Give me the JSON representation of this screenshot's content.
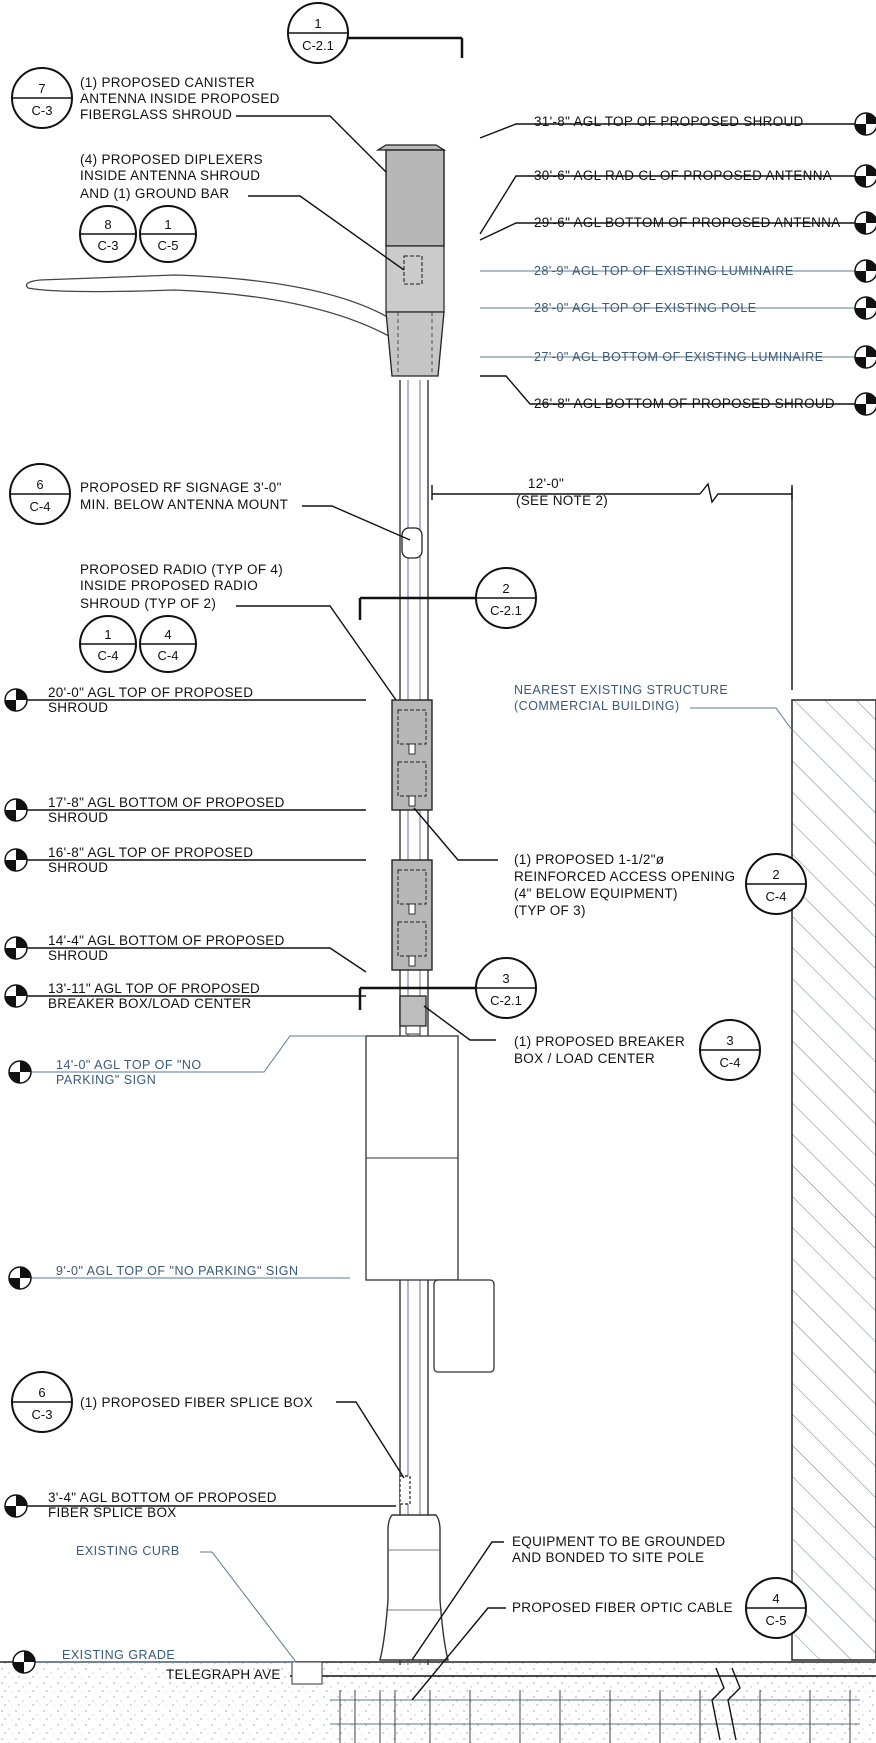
{
  "section_markers": [
    {
      "num": "1",
      "sheet": "C-2.1"
    },
    {
      "num": "2",
      "sheet": "C-2.1"
    },
    {
      "num": "3",
      "sheet": "C-2.1"
    }
  ],
  "callouts": [
    {
      "lines": [
        "(1) PROPOSED CANISTER",
        "ANTENNA INSIDE PROPOSED",
        "FIBERGLASS SHROUD"
      ],
      "refs": [
        {
          "num": "7",
          "sheet": "C-3"
        }
      ]
    },
    {
      "lines": [
        "(4) PROPOSED DIPLEXERS",
        "INSIDE ANTENNA SHROUD",
        "AND (1) GROUND BAR"
      ],
      "refs": [
        {
          "num": "8",
          "sheet": "C-3"
        },
        {
          "num": "1",
          "sheet": "C-5"
        }
      ]
    },
    {
      "lines": [
        "PROPOSED RF SIGNAGE 3'-0\"",
        "MIN. BELOW ANTENNA MOUNT"
      ],
      "refs": [
        {
          "num": "6",
          "sheet": "C-4"
        }
      ]
    },
    {
      "lines": [
        "PROPOSED RADIO (TYP OF 4)",
        "INSIDE PROPOSED RADIO",
        "SHROUD (TYP OF 2)"
      ],
      "refs": [
        {
          "num": "1",
          "sheet": "C-4"
        },
        {
          "num": "4",
          "sheet": "C-4"
        }
      ]
    },
    {
      "lines": [
        "(1) PROPOSED 1-1/2\"ø",
        "REINFORCED ACCESS OPENING",
        "(4\" BELOW EQUIPMENT)",
        "(TYP OF 3)"
      ],
      "refs": [
        {
          "num": "2",
          "sheet": "C-4"
        }
      ]
    },
    {
      "lines": [
        "(1) PROPOSED BREAKER",
        "BOX / LOAD CENTER"
      ],
      "refs": [
        {
          "num": "3",
          "sheet": "C-4"
        }
      ]
    },
    {
      "lines": [
        "(1) PROPOSED FIBER SPLICE BOX"
      ],
      "refs": [
        {
          "num": "6",
          "sheet": "C-3"
        }
      ]
    },
    {
      "lines": [
        "EQUIPMENT TO BE GROUNDED",
        "AND BONDED TO SITE POLE"
      ],
      "refs": []
    },
    {
      "lines": [
        "PROPOSED FIBER OPTIC CABLE"
      ],
      "refs": [
        {
          "num": "4",
          "sheet": "C-5"
        }
      ]
    }
  ],
  "elevations_right": [
    "31'-8\" AGL TOP OF PROPOSED SHROUD",
    "30'-6\" AGL RAD CL OF PROPOSED ANTENNA",
    "29'-6\" AGL BOTTOM OF PROPOSED ANTENNA",
    "28'-9\" AGL TOP OF EXISTING LUMINAIRE",
    "28'-0\" AGL TOP OF EXISTING POLE",
    "27'-0\" AGL BOTTOM OF EXISTING LUMINAIRE",
    "26'-8\" AGL BOTTOM OF PROPOSED SHROUD"
  ],
  "elevations_left": [
    [
      "20'-0\" AGL TOP OF PROPOSED",
      "SHROUD"
    ],
    [
      "17'-8\" AGL BOTTOM OF PROPOSED",
      "SHROUD"
    ],
    [
      "16'-8\" AGL TOP OF PROPOSED",
      "SHROUD"
    ],
    [
      "14'-4\" AGL BOTTOM OF PROPOSED",
      "SHROUD"
    ],
    [
      "13'-11\" AGL TOP OF PROPOSED",
      "BREAKER BOX/LOAD CENTER"
    ],
    [
      "14'-0\" AGL TOP OF \"NO",
      "PARKING\" SIGN"
    ],
    [
      "9'-0\" AGL TOP OF \"NO PARKING\" SIGN"
    ],
    [
      "3'-4\" AGL BOTTOM OF PROPOSED",
      "FIBER SPLICE BOX"
    ],
    [
      "EXISTING GRADE"
    ]
  ],
  "dimension": {
    "value": "12'-0\"",
    "note": "(SEE NOTE 2)"
  },
  "structure_label": [
    "NEAREST EXISTING STRUCTURE",
    "(COMMERCIAL BUILDING)"
  ],
  "curb_label": "EXISTING CURB",
  "street_label": "TELEGRAPH AVE"
}
